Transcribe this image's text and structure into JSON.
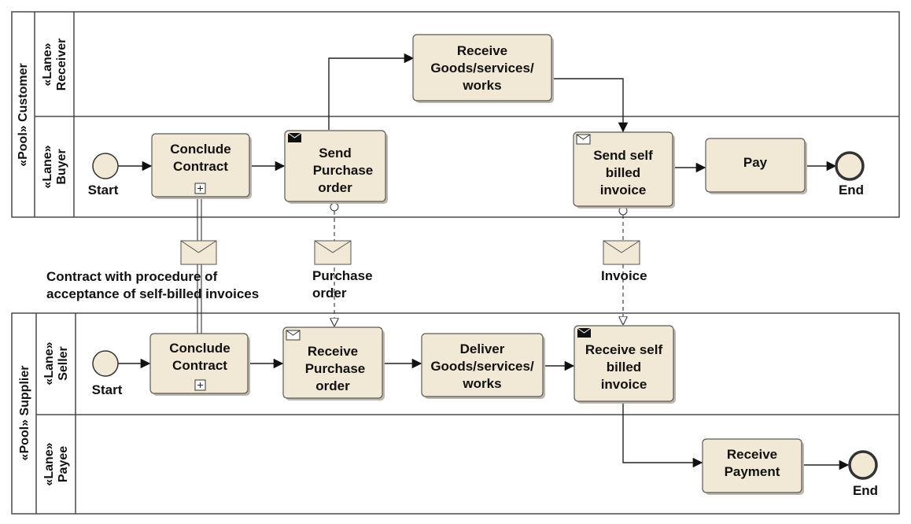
{
  "pools": {
    "customer": {
      "title": "«Pool» Customer",
      "lanes": {
        "receiver": [
          "«Lane»",
          "Receiver"
        ],
        "buyer": [
          "«Lane»",
          "Buyer"
        ]
      }
    },
    "supplier": {
      "title": "«Pool» Supplier",
      "lanes": {
        "seller": [
          "«Lane»",
          "Seller"
        ],
        "payee": [
          "«Lane»",
          "Payee"
        ]
      }
    }
  },
  "tasks": {
    "receive_goods": [
      "Receive",
      "Goods/services/",
      "works"
    ],
    "buyer_conclude": [
      "Conclude",
      "Contract"
    ],
    "send_po": [
      "Send",
      "Purchase",
      "order"
    ],
    "send_invoice": [
      "Send self",
      "billed",
      "invoice"
    ],
    "pay": [
      "Pay"
    ],
    "seller_conclude": [
      "Conclude",
      "Contract"
    ],
    "receive_po": [
      "Receive",
      "Purchase",
      "order"
    ],
    "deliver_goods": [
      "Deliver",
      "Goods/services/",
      "works"
    ],
    "receive_invoice": [
      "Receive self",
      "billed",
      "invoice"
    ],
    "receive_payment": [
      "Receive",
      "Payment"
    ]
  },
  "events": {
    "buyer_start": "Start",
    "buyer_end": "End",
    "seller_start": "Start",
    "payee_end": "End"
  },
  "messages": {
    "contract": [
      "Contract with procedure of",
      "acceptance of self-billed invoices"
    ],
    "purchase_order": [
      "Purchase",
      "order"
    ],
    "invoice": [
      "Invoice"
    ]
  },
  "colors": {
    "task_fill": "#f2e8d6",
    "marker_fill": "#111111"
  }
}
